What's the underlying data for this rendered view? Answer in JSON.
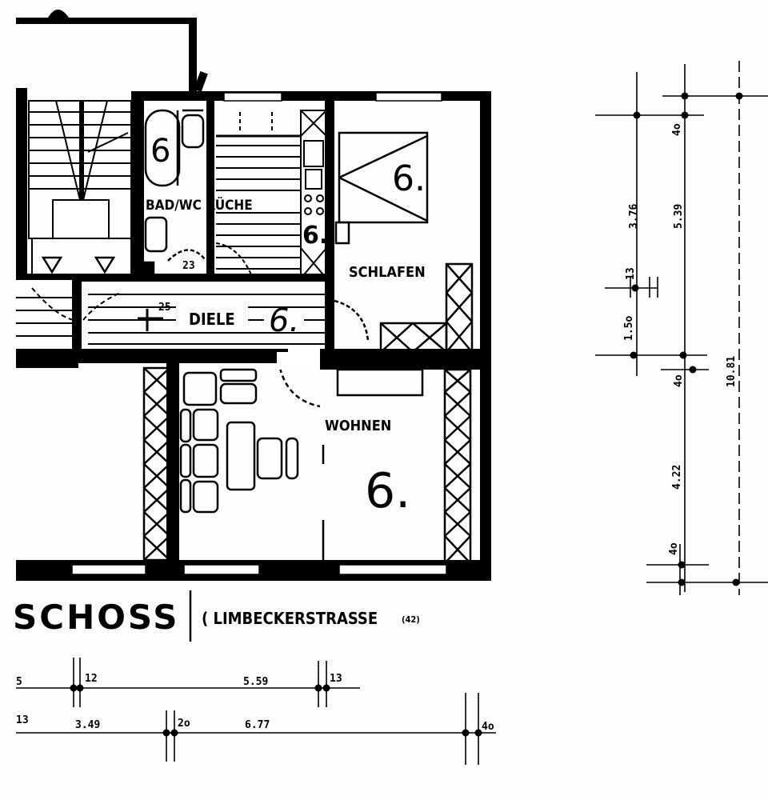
{
  "rooms": {
    "bad_wc_kueche": "BAD/WC KÜCHE",
    "schlafen": "SCHLAFEN",
    "diele": "DIELE",
    "wohnen": "WOHNEN"
  },
  "unit_markers": {
    "bad": "6",
    "kitchen": "6.",
    "schlafen": "6.",
    "diele": "6.",
    "wohnen": "6."
  },
  "misc_labels": {
    "diele_small_1": "25",
    "bad_small": "23"
  },
  "title": {
    "floor": "SCHOSS",
    "street": "( LIMBECKERSTRASSE",
    "street_suffix": "(42)"
  },
  "dimensions_bottom_row1": [
    "5",
    "12",
    "5.59",
    "13"
  ],
  "dimensions_bottom_row2": [
    "13",
    "3.49",
    "2o",
    "6.77",
    "4o"
  ],
  "dimensions_right": [
    "4o",
    "3.76",
    "5.39",
    "13",
    "1.5o",
    "4o",
    "10.81",
    "4.22",
    "4o"
  ]
}
